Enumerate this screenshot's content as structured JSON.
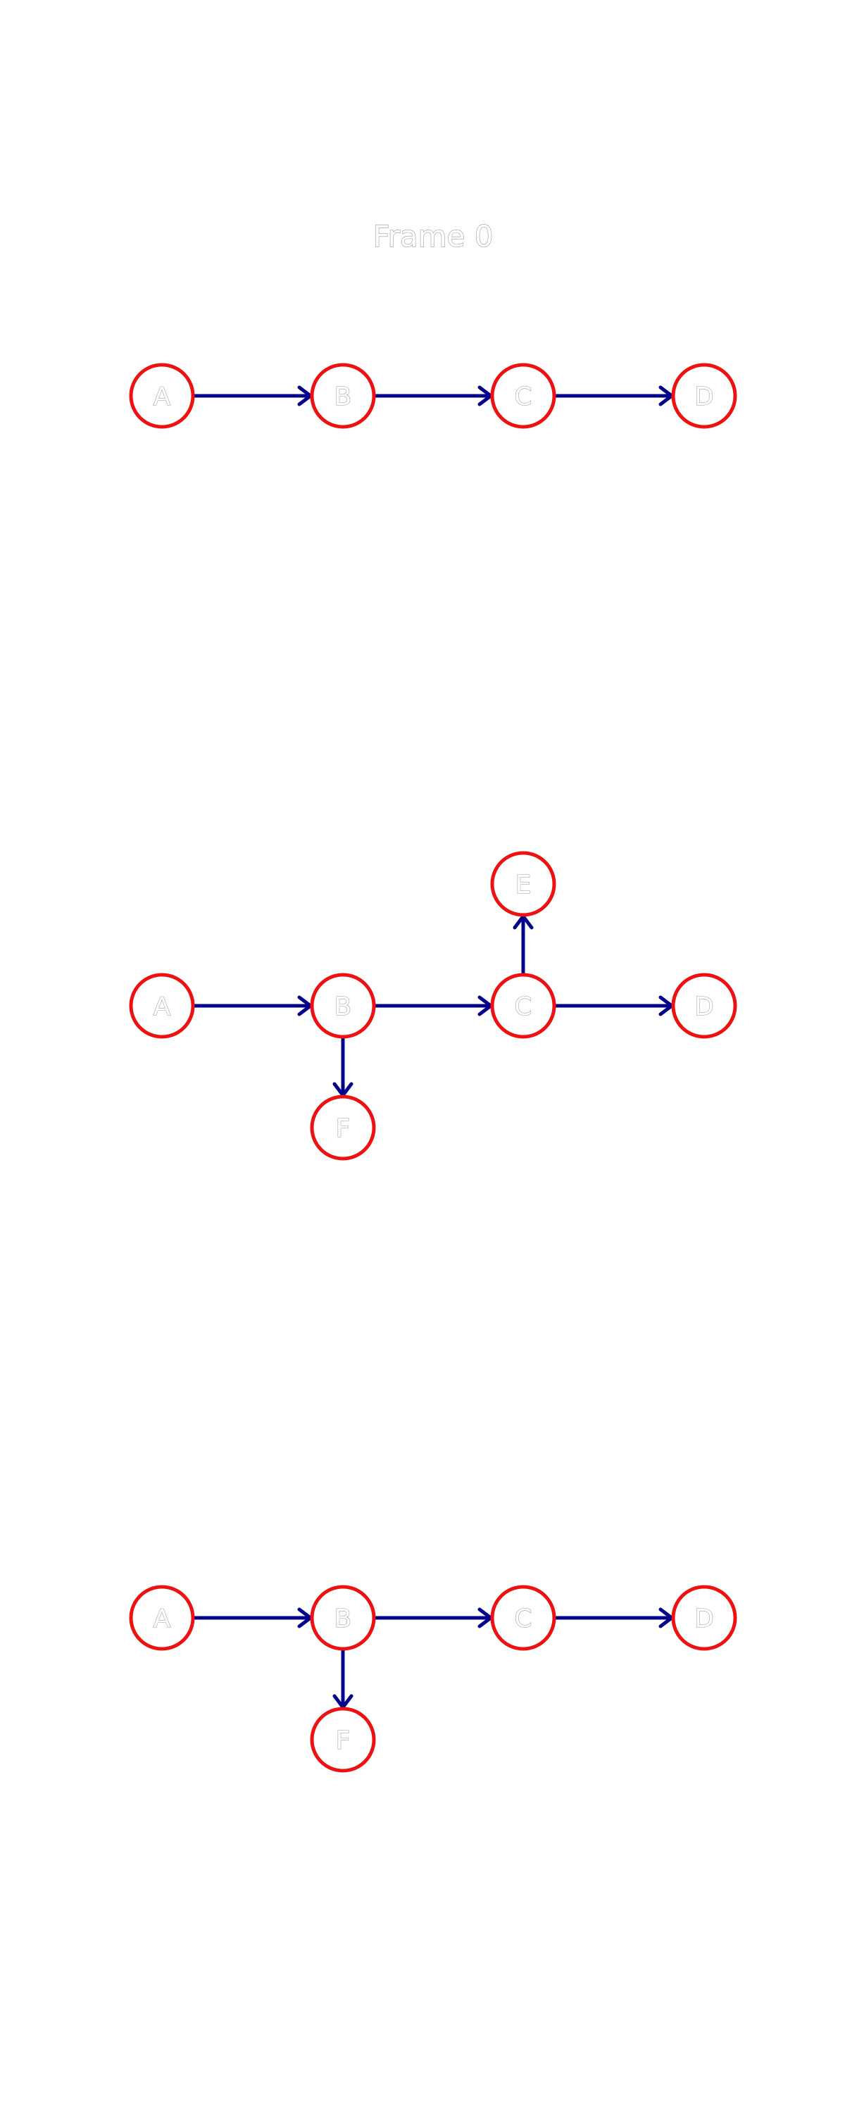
{
  "title": "Frame 0",
  "colors": {
    "node_stroke": "#ee1111",
    "edge": "#00008b",
    "label_outline": "#9a9a9a"
  },
  "frames": [
    {
      "nodes": [
        "A",
        "B",
        "C",
        "D"
      ],
      "edges": [
        [
          "A",
          "B"
        ],
        [
          "B",
          "C"
        ],
        [
          "C",
          "D"
        ]
      ]
    },
    {
      "nodes": [
        "A",
        "B",
        "C",
        "D",
        "E",
        "F"
      ],
      "edges": [
        [
          "A",
          "B"
        ],
        [
          "B",
          "C"
        ],
        [
          "C",
          "D"
        ],
        [
          "C",
          "E"
        ],
        [
          "B",
          "F"
        ]
      ]
    },
    {
      "nodes": [
        "A",
        "B",
        "C",
        "D",
        "F"
      ],
      "edges": [
        [
          "A",
          "B"
        ],
        [
          "B",
          "C"
        ],
        [
          "C",
          "D"
        ],
        [
          "B",
          "F"
        ]
      ]
    }
  ]
}
